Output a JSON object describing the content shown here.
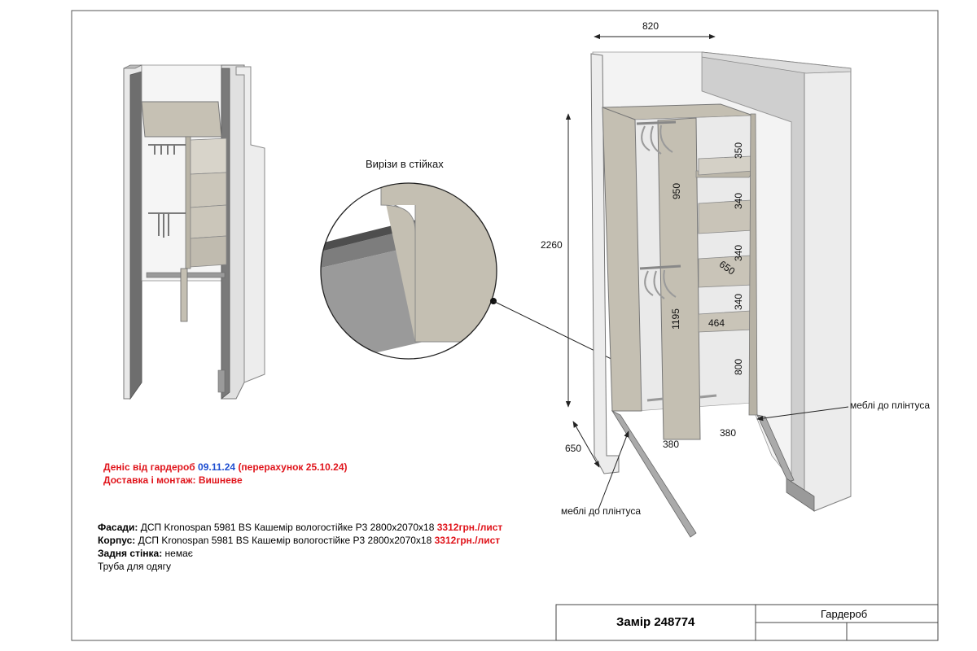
{
  "detail_title": "Вирізи в стійках",
  "dimensions": {
    "width": "820",
    "height": "2260",
    "depth": "650",
    "shelf_1": "350",
    "shelf_2": "340",
    "shelf_3": "340",
    "shelf_4": "340",
    "bottom_section": "800",
    "left_upper": "950",
    "left_lower": "1195",
    "shelf_depth": "650",
    "shelf_width": "464",
    "base_left": "380",
    "base_right": "380"
  },
  "annotations": {
    "plinth_right": "меблі до плінтуса",
    "plinth_left": "меблі до плінтуса"
  },
  "order": {
    "client_line": "Деніс від гардероб",
    "client_date": "09.11.24",
    "recalc": "(перерахунок 25.10.24)",
    "delivery": "Доставка і монтаж: Вишневе"
  },
  "specs": {
    "facades_label": "Фасади:",
    "facades_value": "ДСП Kronospan 5981 BS Кашемір вологостійке P3 2800x2070x18",
    "facades_price": "3312грн./лист",
    "body_label": "Корпус:",
    "body_value": "ДСП Kronospan 5981 BS Кашемір вологостійке P3 2800x2070x18",
    "body_price": "3312грн./лист",
    "back_label": "Задня стінка:",
    "back_value": "немає",
    "rod": "Труба для одягу"
  },
  "stamp": {
    "code": "Замір 248774",
    "name": "Гардероб"
  },
  "colors": {
    "panel": "#c4bfb2",
    "wall_light": "#ececec",
    "wall_dark": "#cfcfcf",
    "red_text": "#e0141b",
    "blue_text": "#1f4fd1"
  }
}
